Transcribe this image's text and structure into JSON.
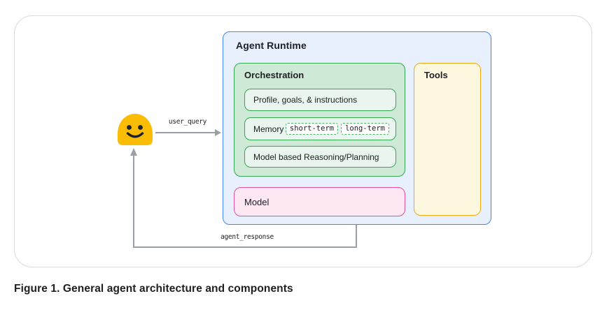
{
  "figure_caption": "Figure 1. General agent architecture and components",
  "agent_runtime": {
    "title": "Agent Runtime"
  },
  "orchestration": {
    "title": "Orchestration",
    "rows": [
      {
        "label": "Profile, goals, & instructions"
      },
      {
        "label": "Memory",
        "chips": [
          "short-term",
          "long-term"
        ]
      },
      {
        "label": "Model based Reasoning/Planning"
      }
    ]
  },
  "model": {
    "title": "Model"
  },
  "tools": {
    "title": "Tools"
  },
  "user": {
    "icon": "user-smiley-emoji"
  },
  "flows": {
    "user_query": "user_query",
    "agent_response": "agent_response"
  },
  "colors": {
    "runtime_border": "#4285f4",
    "runtime_fill": "#e8f0fe",
    "green_border": "#34a853",
    "orchestration_fill": "#ceead6",
    "row_fill": "#e9f5ee",
    "model_border": "#e2539b",
    "model_fill": "#fce7f3",
    "tools_border": "#f2a90c",
    "tools_fill": "#fef7e0",
    "arrow_gray": "#9aa0a6",
    "emoji_yellow": "#fbbc04",
    "text": "#202124",
    "card_border": "#d7dadd"
  }
}
